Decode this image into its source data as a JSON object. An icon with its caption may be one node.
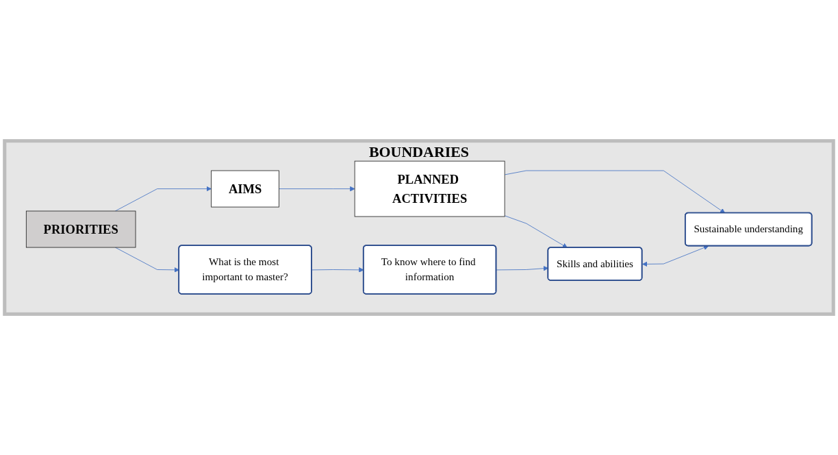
{
  "diagram": {
    "nodes": [
      {
        "text": [
          "BOUNDARIES"
        ]
      },
      {
        "text": [
          "PRIORITIES"
        ],
        "in": 0
      },
      {
        "text": [
          "AIMS"
        ],
        "in": 0
      },
      {
        "text": [
          "PLANNED ACTIVITIES"
        ],
        "in": 0
      },
      {
        "text": [
          "What is the most important to master?"
        ],
        "in": 0
      },
      {
        "text": [
          "To know where to find information"
        ],
        "in": 0
      },
      {
        "text": [
          "Skills and abilities"
        ],
        "in": 0
      },
      {
        "text": [
          "Sustainable understanding"
        ],
        "in": 0
      }
    ],
    "edges": [
      {
        "from": 1,
        "to": 2,
        "arrow": "to"
      },
      {
        "from": 2,
        "to": 3,
        "arrow": "to"
      },
      {
        "from": 1,
        "to": 4,
        "arrow": "to"
      },
      {
        "from": 3,
        "to": 6,
        "arrow": "to"
      },
      {
        "from": 3,
        "to": 7,
        "arrow": "to"
      },
      {
        "from": 4,
        "to": 5,
        "arrow": "to"
      },
      {
        "from": 5,
        "to": 6,
        "arrow": "to"
      },
      {
        "from": 6,
        "to": 7,
        "arrow": "both"
      }
    ]
  }
}
